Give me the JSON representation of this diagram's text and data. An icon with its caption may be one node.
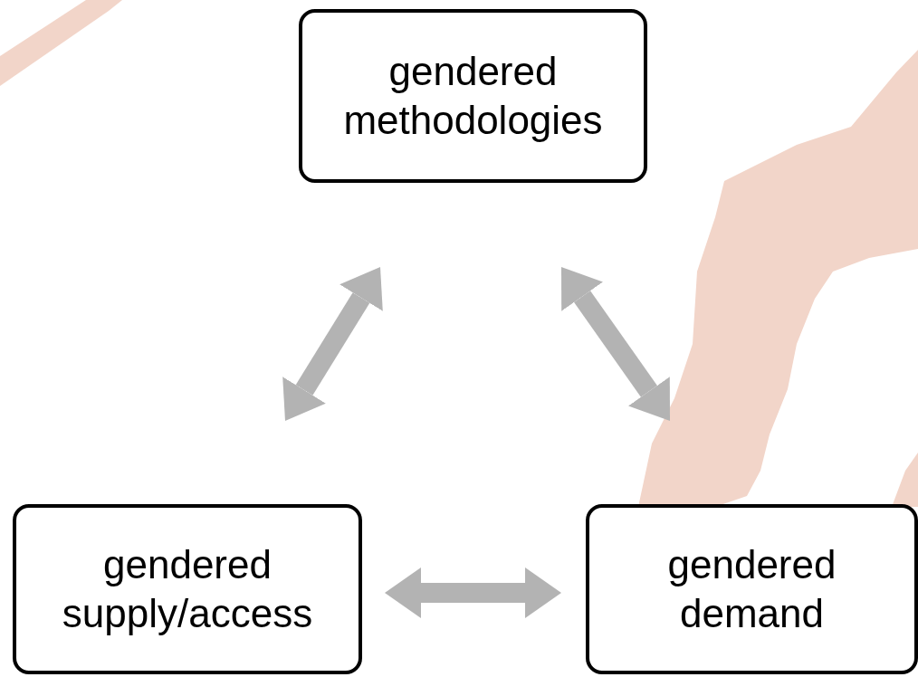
{
  "diagram": {
    "nodes": [
      {
        "text": [
          "gendered methodologies"
        ]
      },
      {
        "text": [
          "gendered supply/access"
        ]
      },
      {
        "text": [
          "gendered demand"
        ]
      }
    ],
    "edges": [
      {
        "from": 1,
        "to": 0,
        "arrow": "both"
      },
      {
        "from": 0,
        "to": 2,
        "arrow": "both"
      },
      {
        "from": 1,
        "to": 2,
        "arrow": "both"
      }
    ]
  }
}
